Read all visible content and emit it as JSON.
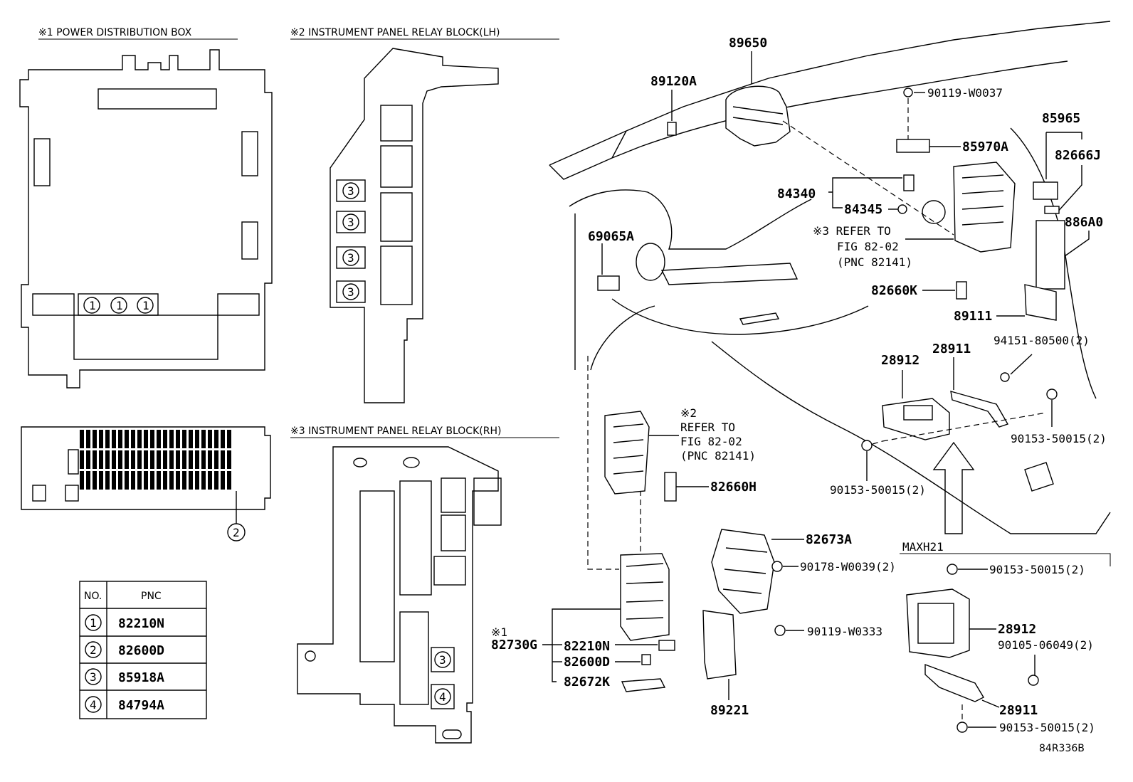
{
  "sections": {
    "power_box_title": "※1  POWER DISTRIBUTION BOX",
    "relay_lh_title": "※2 INSTRUMENT PANEL RELAY BLOCK(LH)",
    "relay_rh_title": "※3 INSTRUMENT PANEL RELAY BLOCK(RH)"
  },
  "markers": {
    "m1": "1",
    "m2": "2",
    "m3": "3",
    "m4": "4"
  },
  "table": {
    "headers": [
      "NO.",
      "PNC"
    ],
    "rows": [
      {
        "no": "1",
        "pnc": "82210N"
      },
      {
        "no": "2",
        "pnc": "82600D"
      },
      {
        "no": "3",
        "pnc": "85918A"
      },
      {
        "no": "4",
        "pnc": "84794A"
      }
    ]
  },
  "callouts": {
    "p89650": "89650",
    "p89120A": "89120A",
    "p90119_W0037": "90119-W0037",
    "p85965": "85965",
    "p85970A": "85970A",
    "p82666J": "82666J",
    "p84340": "84340",
    "p84345": "84345",
    "ref3_line1": "※3 REFER TO",
    "ref3_line2": "FIG 82-02",
    "ref3_line3": "(PNC 82141)",
    "p886A0": "886A0",
    "p69065A": "69065A",
    "p82660K": "82660K",
    "p89111": "89111",
    "p94151": "94151-80500(2)",
    "p28911_top": "28911",
    "p28912_top": "28912",
    "ref2_mark": "※2",
    "ref2_line1": "REFER TO",
    "ref2_line2": "FIG 82-02",
    "ref2_line3": "(PNC 82141)",
    "p82660H": "82660H",
    "p90153_a": "90153-50015(2)",
    "p90153_b": "90153-50015(2)",
    "p82673A": "82673A",
    "p90178": "90178-W0039(2)",
    "maxh21": "MAXH21",
    "p90153_c": "90153-50015(2)",
    "p90119_W0333": "90119-W0333",
    "p28912_bot": "28912",
    "p90105": "90105-06049(2)",
    "mark1": "※1",
    "p82730G": "82730G",
    "p82210N": "82210N",
    "p82600D": "82600D",
    "p82672K": "82672K",
    "p89221": "89221",
    "p28911_bot": "28911",
    "p90153_d": "90153-50015(2)",
    "fig_code": "84R336B"
  }
}
